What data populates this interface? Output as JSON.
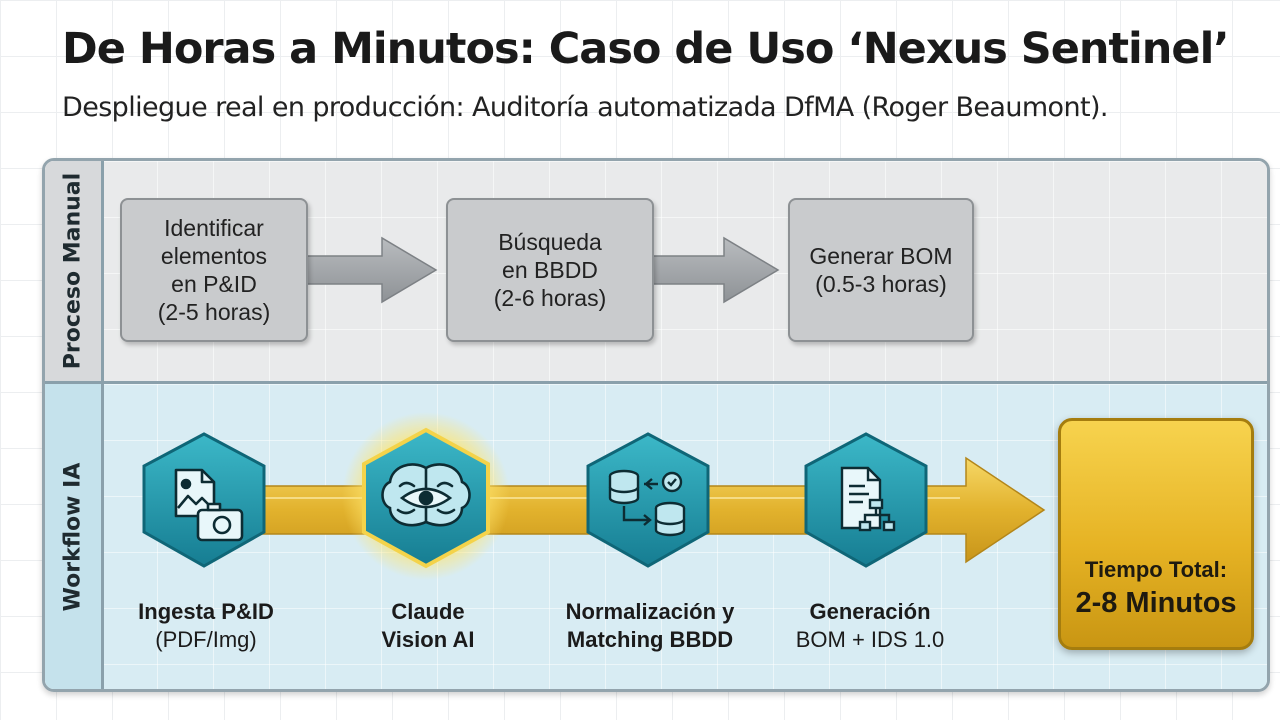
{
  "title": "De Horas a Minutos: Caso de Uso ‘Nexus Sentinel’",
  "subtitle": "Despliegue real en producción: Auditoría automatizada DfMA (Roger Beaumont).",
  "lanes": {
    "manual": "Proceso Manual",
    "ia": "Workflow IA"
  },
  "manual_steps": [
    {
      "text": "Identificar\nelementos\nen P&ID\n(2-5 horas)"
    },
    {
      "text": "Búsqueda\nen BBDD\n(2-6 horas)"
    },
    {
      "text": "Generar BOM\n(0.5-3 horas)"
    }
  ],
  "ia_steps": [
    {
      "line1": "Ingesta P&ID",
      "line2": "(PDF/Img)",
      "icon": "document-camera-icon"
    },
    {
      "line1": "Claude",
      "line2": "Vision AI",
      "icon": "brain-eye-icon"
    },
    {
      "line1": "Normalización y",
      "line2": "Matching BBDD",
      "icon": "database-sync-icon"
    },
    {
      "line1": "Generación",
      "line2": "BOM + IDS 1.0",
      "icon": "document-hierarchy-icon"
    }
  ],
  "total": {
    "label": "Tiempo Total:",
    "value": "2-8 Minutos",
    "icon": "stopwatch-icon"
  },
  "colors": {
    "manual_lane": "#e9eaeb",
    "ia_lane": "#d8ecf3",
    "hexagon": "#1e93a6",
    "flow_gold": "#e2b22d",
    "total_box": "#e6b324"
  }
}
